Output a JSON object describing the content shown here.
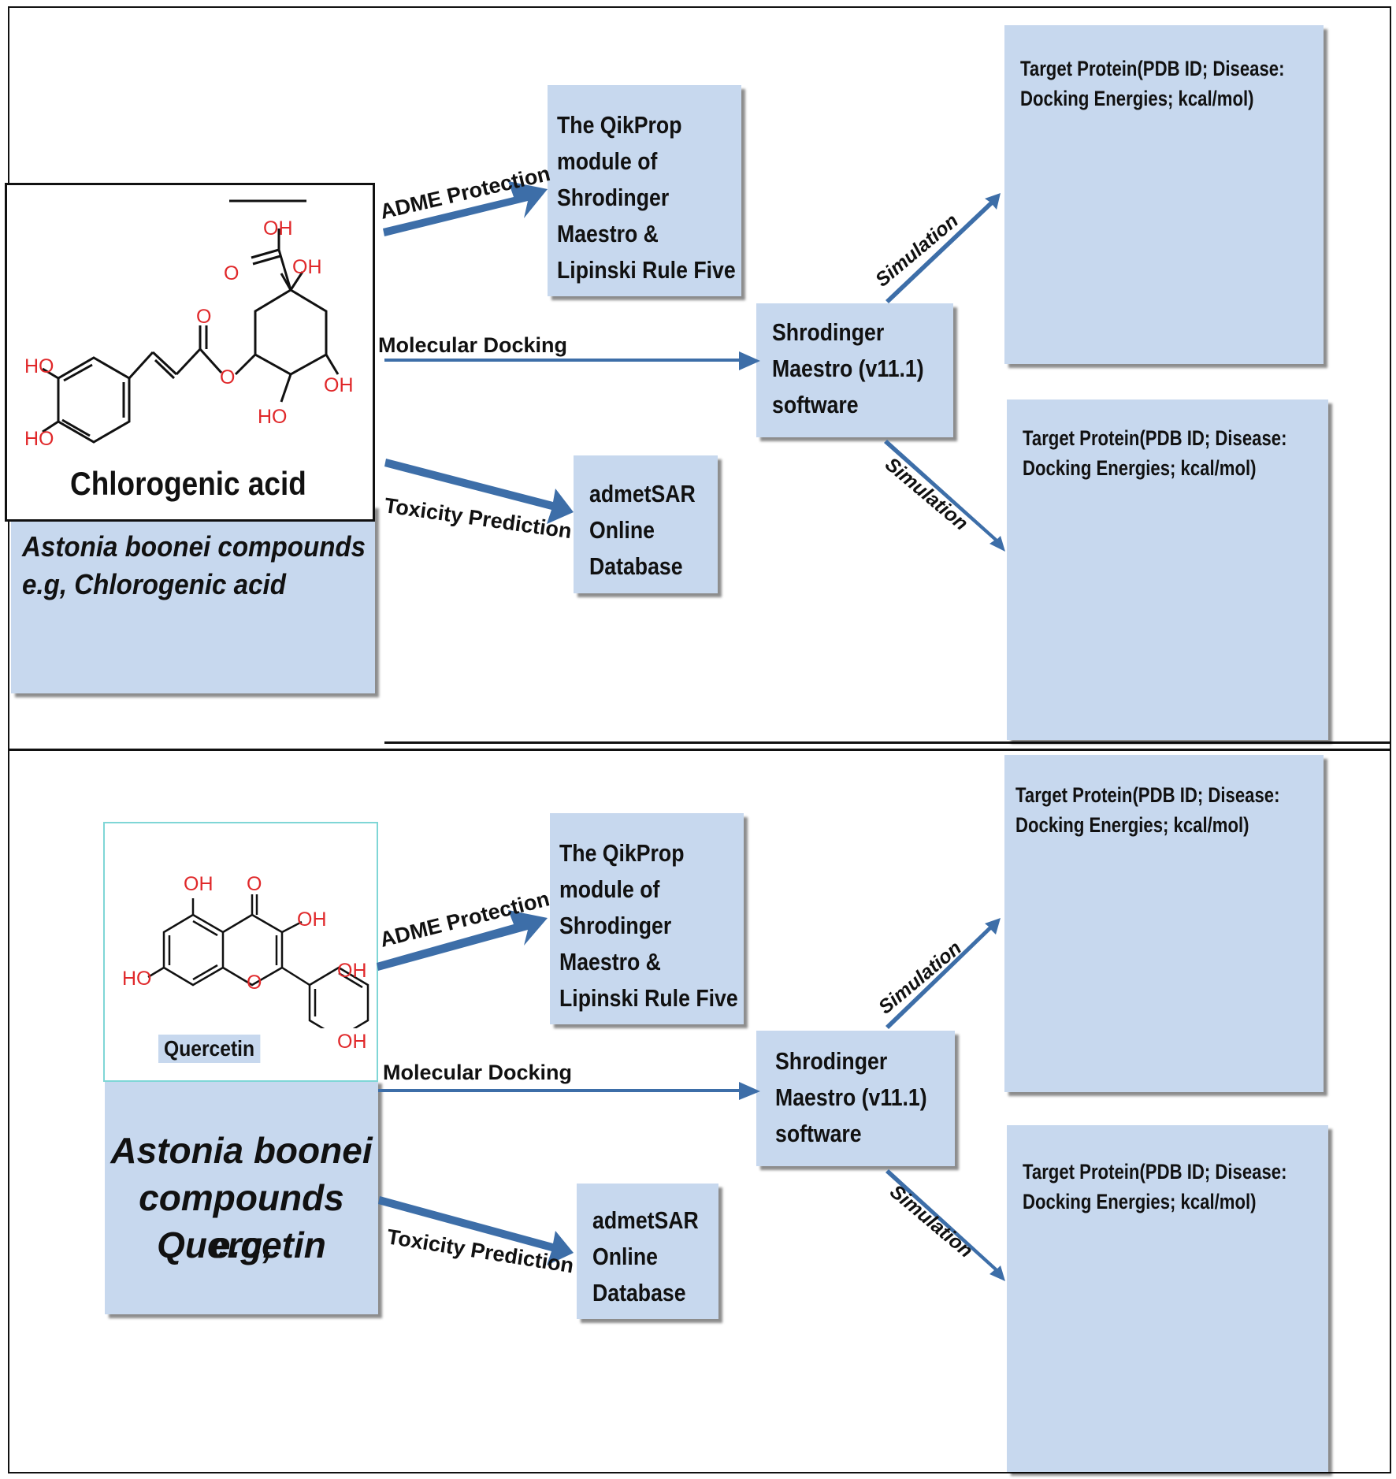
{
  "panel1": {
    "molecule_name": "Chlorogenic acid",
    "compound_label_line1": "Astonia boonei compounds",
    "compound_label_line2": "e.g, Chlorogenic acid",
    "atoms": {
      "oh1": "OH",
      "oh2": "OH",
      "o_carboxyl": "O",
      "o_ester_carbonyl": "O",
      "o_ester": "O",
      "oh3": "OH",
      "oh4": "HO",
      "ho1": "HO",
      "ho2": "HO"
    },
    "arrows": {
      "adme": "ADME Protection",
      "docking": "Molecular Docking",
      "toxicity": "Toxicity Prediction",
      "sim_up": "Simulation",
      "sim_down": "Simulation"
    },
    "qikprop": [
      "The QikProp",
      "module of",
      "Shrodinger",
      "Maestro &",
      "Lipinski Rule Five"
    ],
    "maestro": [
      "Shrodinger",
      "Maestro (v11.1)",
      "software"
    ],
    "admetsar": [
      "admetSAR",
      "Online",
      "Database"
    ],
    "target1": [
      "Target Protein(PDB ID; Disease:",
      "Docking Energies; kcal/mol)"
    ],
    "target2": [
      "Target Protein(PDB ID; Disease:",
      "Docking Energies; kcal/mol)"
    ]
  },
  "panel2": {
    "molecule_name": "Quercetin",
    "compound_label_line1": "Astonia boonei",
    "compound_label_line2": "compounds e.g,",
    "compound_label_line3": "Quercetin",
    "atoms": {
      "oh_top": "OH",
      "o_keto": "O",
      "oh_right": "OH",
      "ho_left": "HO",
      "o_ring": "O",
      "oh_b1": "OH",
      "oh_b2": "OH"
    },
    "arrows": {
      "adme": "ADME Protection",
      "docking": "Molecular Docking",
      "toxicity": "Toxicity Prediction",
      "sim_up": "Simulation",
      "sim_down": "Simulation"
    },
    "qikprop": [
      "The QikProp",
      "module of",
      "Shrodinger",
      "Maestro &",
      "Lipinski Rule Five"
    ],
    "maestro": [
      "Shrodinger",
      "Maestro (v11.1)",
      "software"
    ],
    "admetsar": [
      "admetSAR",
      "Online",
      "Database"
    ],
    "target1": [
      "Target Protein(PDB ID; Disease:",
      "Docking Energies; kcal/mol)"
    ],
    "target2": [
      "Target Protein(PDB ID; Disease:",
      "Docking Energies; kcal/mol)"
    ]
  },
  "colors": {
    "box_fill": "#c7d8ee",
    "arrow": "#3d6ea8",
    "atom_red": "#e0282a",
    "card_border_teal": "#7fd6d6"
  }
}
